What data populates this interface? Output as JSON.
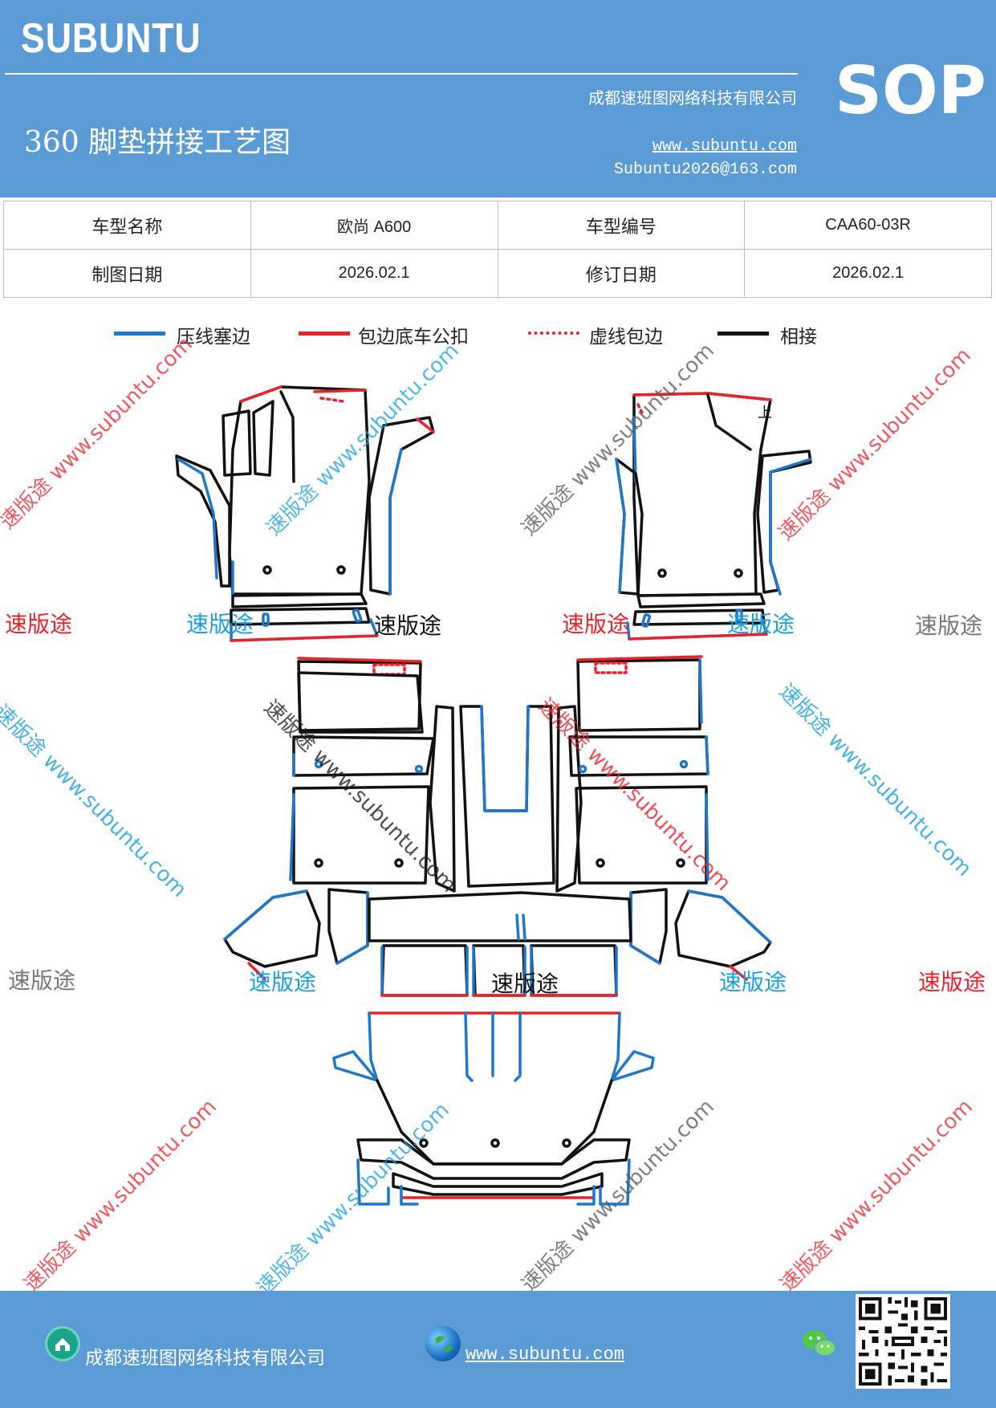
{
  "header": {
    "brand": "SUBUNTU",
    "company": "成都速班图网络科技有限公司",
    "title": "360 脚垫拼接工艺图",
    "website": "www.subuntu.com",
    "email": "Subuntu2026@163.com",
    "badge": "SOP"
  },
  "info_table": {
    "rows": [
      [
        "车型名称",
        "欧尚 A600",
        "车型编号",
        "CAA60-03R"
      ],
      [
        "制图日期",
        "2026.02.1",
        "修订日期",
        "2026.02.1"
      ]
    ]
  },
  "legend": {
    "items": [
      {
        "label": "压线塞边",
        "color": "#1f77c8",
        "style": "solid"
      },
      {
        "label": "包边底车公扣",
        "color": "#e8232a",
        "style": "solid"
      },
      {
        "label": "虚线包边",
        "color": "#e8232a",
        "style": "dotted"
      },
      {
        "label": "相接",
        "color": "#111111",
        "style": "solid"
      }
    ]
  },
  "watermarks": {
    "brand_cn": "速版途",
    "diag_text": "速版途 www.subuntu.com",
    "mark_up": "上"
  },
  "colors": {
    "header_bg": "#5b9bd5",
    "blue": "#1f77c8",
    "red": "#e8232a",
    "black": "#111111",
    "wm_red": "#e8232a",
    "wm_blue": "#1aa0e0",
    "wm_gray": "#777777"
  },
  "footer": {
    "company": "成都速班图网络科技有限公司",
    "website": "www.subuntu.com",
    "icons": [
      "home-icon",
      "globe-icon",
      "wechat-icon",
      "qr-code"
    ]
  }
}
